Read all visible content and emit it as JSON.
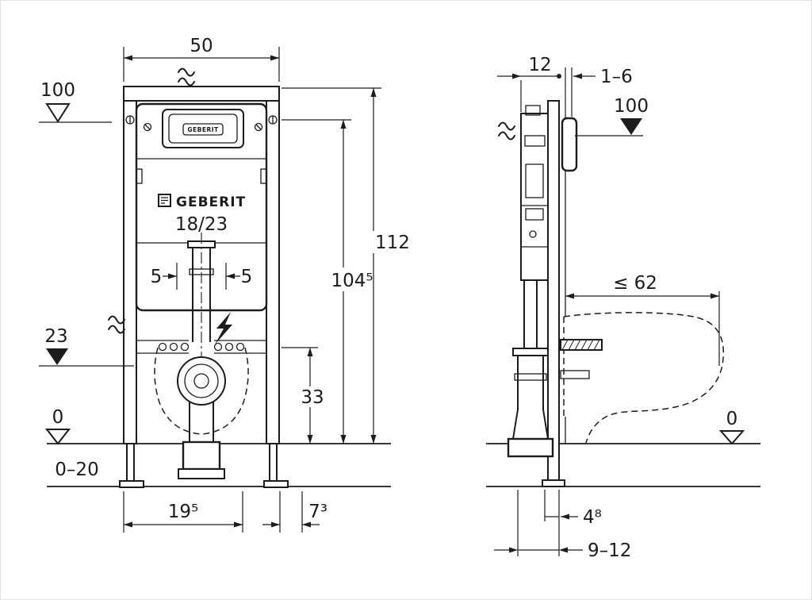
{
  "meta": {
    "background": "#ffffff",
    "ink": "#1c1c1c"
  },
  "brand": {
    "logo_text": "GEBERIT",
    "plate_text": "GEBERIT",
    "model": "18/23"
  },
  "front_view": {
    "dim_frame_width": "50",
    "dim_actuator_level": "100",
    "dim_pipe_offset_left": "5",
    "dim_pipe_offset_right": "5",
    "dim_supply_level": "23",
    "dim_total_height": "112",
    "dim_actuator_height": "104⁵",
    "dim_outlet_height": "33",
    "dim_floor_level": "0",
    "dim_floor_range": "0–20",
    "dim_foot_width": "19⁵",
    "dim_side_offset": "7³"
  },
  "side_view": {
    "dim_depth": "12",
    "dim_wall_thickness": "1–6",
    "dim_actuator_level": "100",
    "dim_bowl_depth": "≤ 62",
    "dim_floor_level": "0",
    "dim_outlet_offset": "4⁸",
    "dim_outlet_range": "9–12"
  }
}
